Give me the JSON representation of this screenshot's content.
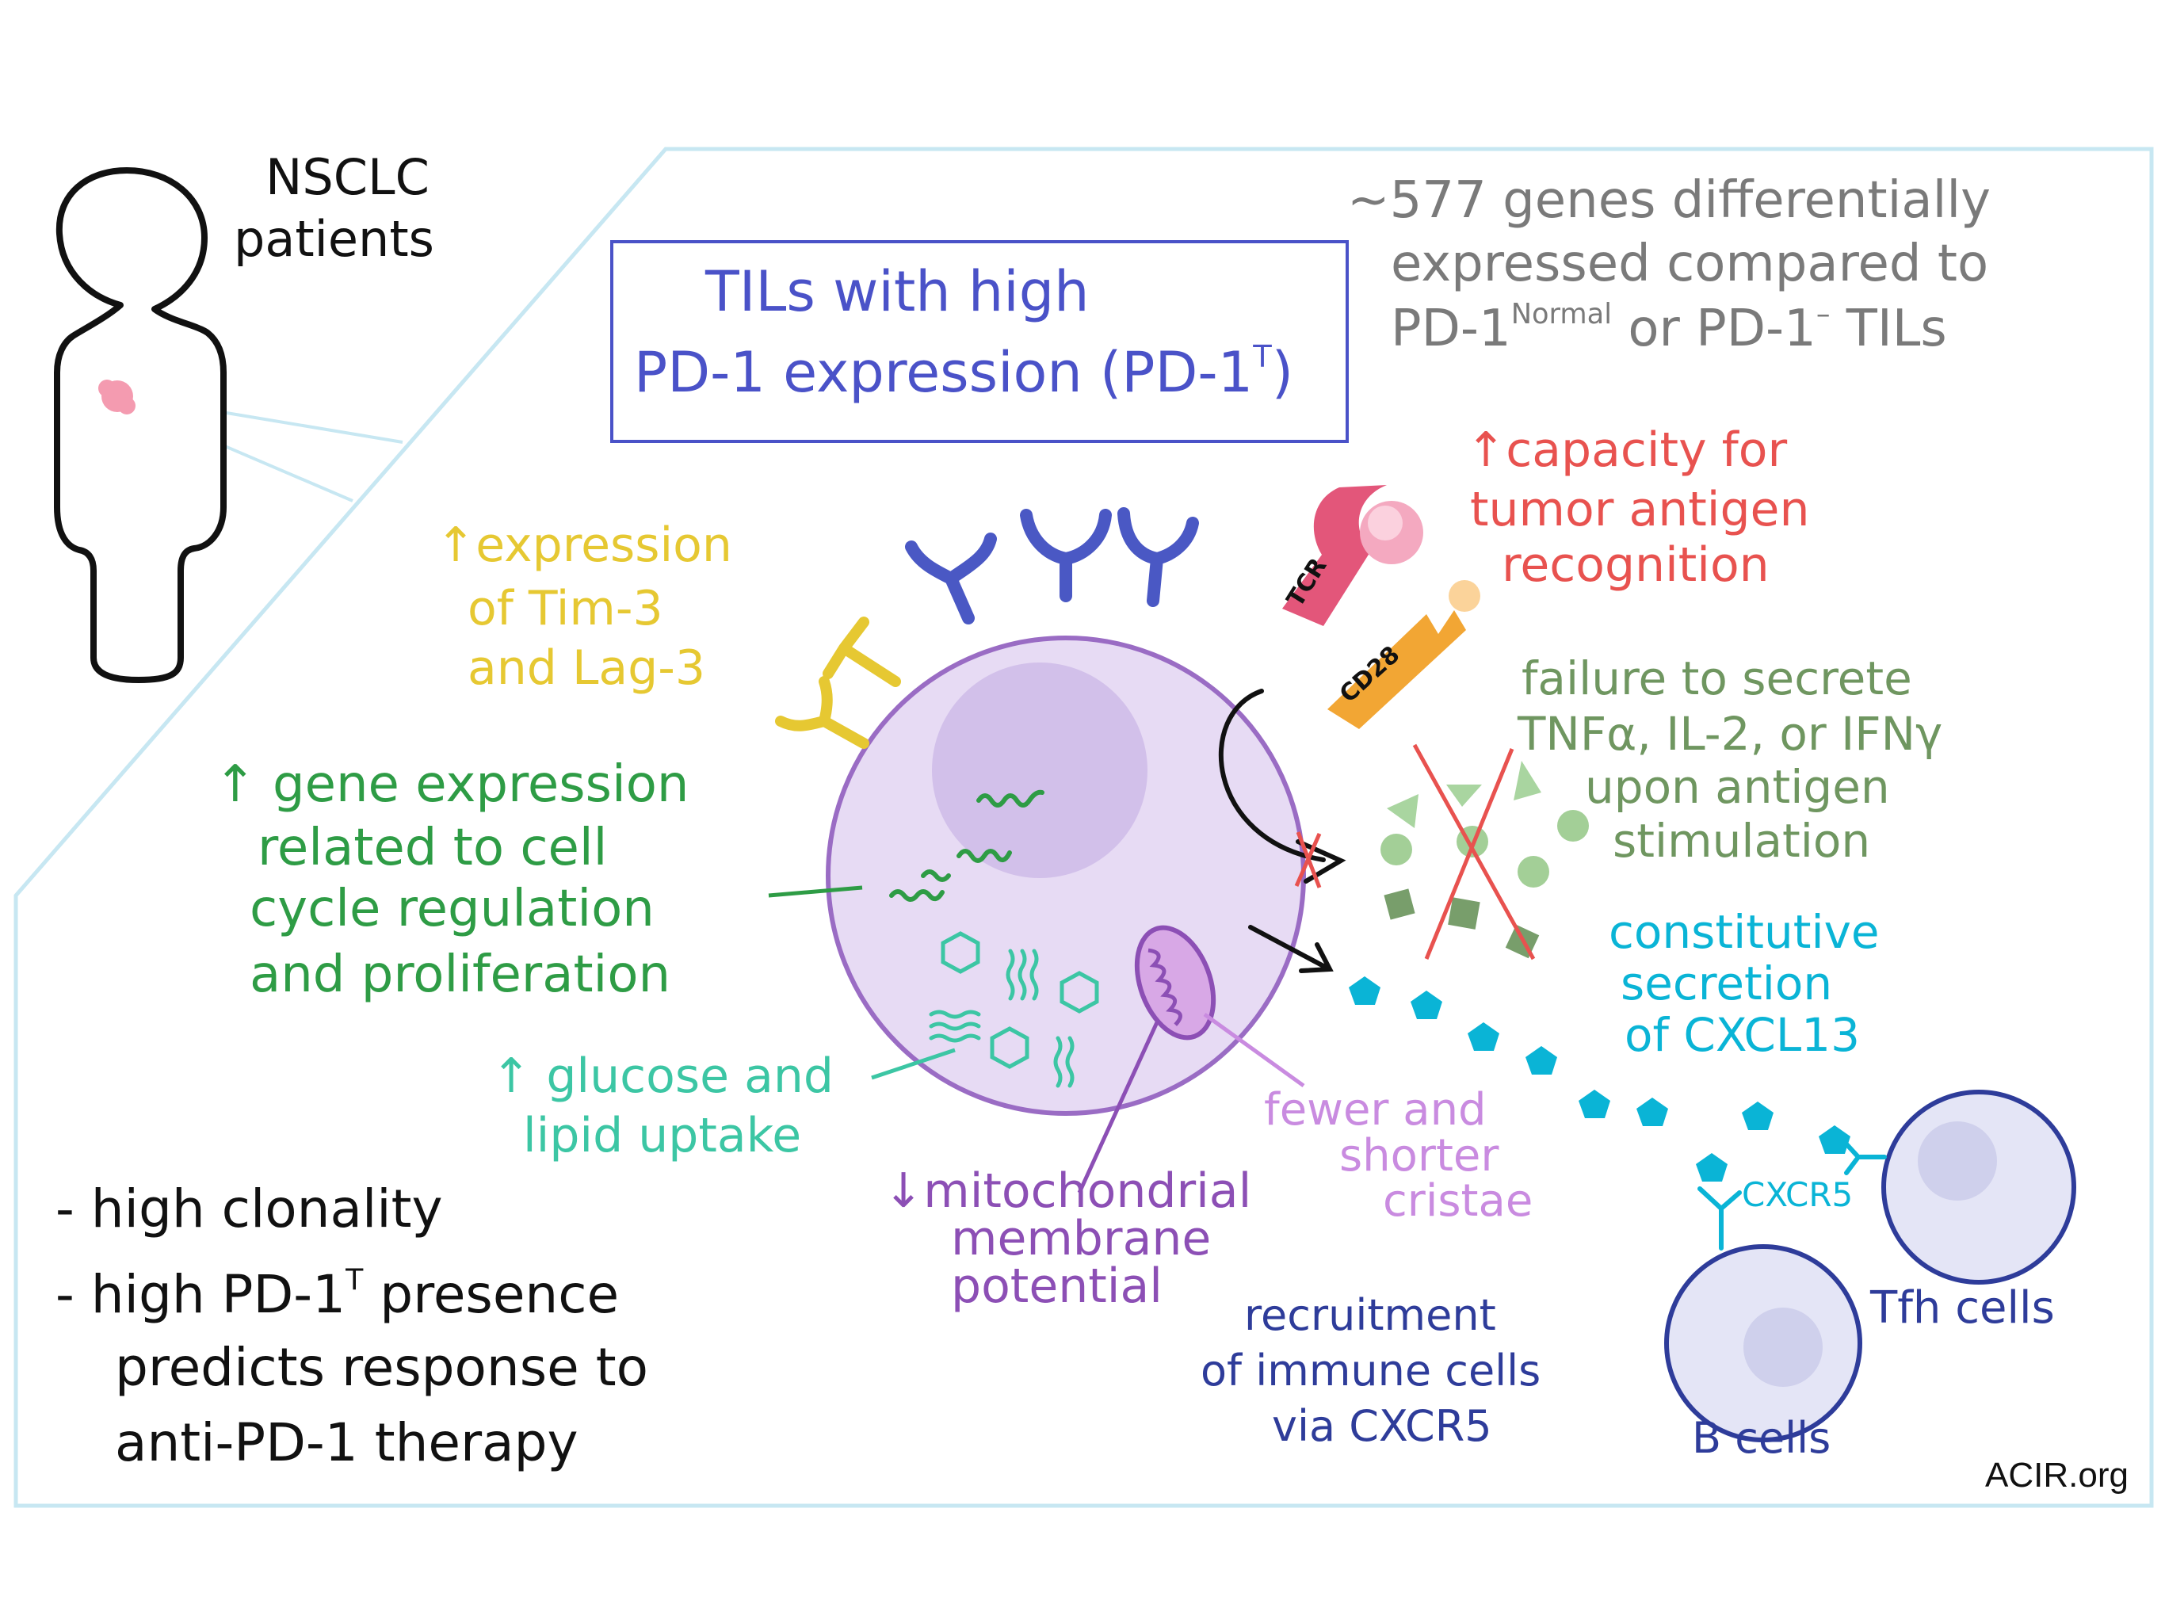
{
  "patient": {
    "line1": "NSCLC",
    "line2": "patients"
  },
  "header_gray": {
    "line1": "~577 genes differentially",
    "line2": "expressed compared to",
    "line3_a": "PD-1",
    "line3_sup": "Normal",
    "line3_b": " or PD-1",
    "line3_sup2": "–",
    "line3_c": "  TILs"
  },
  "title_box": {
    "line1": "TILs with high",
    "line2_a": "PD-1 expression (PD-1",
    "line2_sup": "T",
    "line2_b": ")"
  },
  "capacity": {
    "line1": "↑capacity for",
    "line2": "tumor antigen",
    "line3": "recognition"
  },
  "expression_tim": {
    "line1": "↑expression",
    "line2": "of Tim-3",
    "line3": "and Lag-3"
  },
  "gene_expression": {
    "line1": "↑ gene expression",
    "line2": "related to cell",
    "line3": "cycle regulation",
    "line4": "and proliferation"
  },
  "failure": {
    "line1": "failure to secrete",
    "line2": "TNFα, IL-2, or IFNγ",
    "line3": "upon antigen",
    "line4": "stimulation"
  },
  "constitutive": {
    "line1": "constitutive",
    "line2": "secretion",
    "line3": "of CXCL13"
  },
  "glucose": {
    "line1": "↑ glucose and",
    "line2": "lipid uptake"
  },
  "cristae": {
    "line1": "fewer and",
    "line2": "shorter",
    "line3": "cristae"
  },
  "mito": {
    "line1": "↓mitochondrial",
    "line2": "membrane",
    "line3": "potential"
  },
  "receptor_labels": {
    "tcr": "TCR",
    "cd28": "CD28",
    "cxcr5": "CXCR5"
  },
  "cells": {
    "tfh": "Tfh cells",
    "b": "B cells"
  },
  "recruitment": {
    "line1": "recruitment",
    "line2": "of immune cells",
    "line3": "via CXCR5"
  },
  "bullets": {
    "b1": "- high clonality",
    "b2_a": "- high PD-1",
    "b2_sup": "T",
    "b2_b": " presence",
    "b3": "predicts response to",
    "b4": "anti-PD-1 therapy"
  },
  "watermark": "ACIR.org",
  "colors": {
    "frame": "#c7e7f2",
    "title_box": "#4a52c8",
    "gray_text": "#7a7a7a",
    "capacity": "#e8524f",
    "tim": "#e6c832",
    "gene": "#2e9c45",
    "failure": "#6f9660",
    "cyan": "#0ab4d6",
    "teal": "#3cc6a4",
    "lilac": "#c98be0",
    "purple": "#8c4fb5",
    "navy": "#2e3c9a",
    "cell_fill": "#e7dbf4",
    "cell_stroke": "#9a6cc4",
    "nucleus": "#d2c0ea",
    "tcr": "#e3567a",
    "cd28": "#f2a634",
    "antibody": "#4a58c4"
  }
}
